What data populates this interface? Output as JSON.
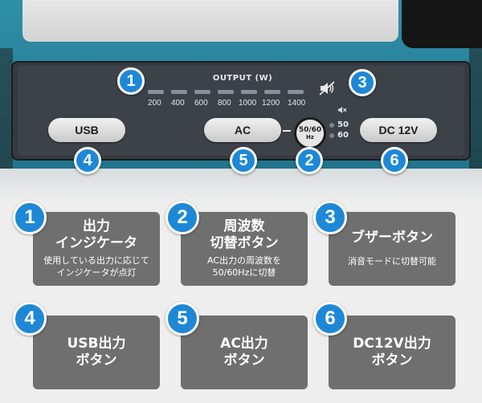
{
  "device": {
    "output_label": "OUTPUT (W)",
    "scale": [
      "200",
      "400",
      "600",
      "800",
      "1000",
      "1200",
      "1400"
    ],
    "buttons": {
      "usb": "USB",
      "ac": "AC",
      "dc": "DC 12V"
    },
    "hz_ring": {
      "top": "50/60",
      "bottom": "Hz"
    },
    "hz_options": [
      "50",
      "60"
    ],
    "badges": [
      "1",
      "2",
      "3",
      "4",
      "5",
      "6"
    ]
  },
  "cards": [
    {
      "num": "1",
      "title1": "出力",
      "title2": "インジケータ",
      "desc1": "使用している出力に応じて",
      "desc2": "インジケータが点灯"
    },
    {
      "num": "2",
      "title1": "周波数",
      "title2": "切替ボタン",
      "desc1": "AC出力の周波数を",
      "desc2": "50/60Hzに切替"
    },
    {
      "num": "3",
      "title1": "ブザーボタン",
      "title2": "",
      "desc1": "消音モードに切替可能",
      "desc2": ""
    },
    {
      "num": "4",
      "title1": "USB出力",
      "title2": "ボタン",
      "desc1": "",
      "desc2": ""
    },
    {
      "num": "5",
      "title1": "AC出力",
      "title2": "ボタン",
      "desc1": "",
      "desc2": ""
    },
    {
      "num": "6",
      "title1": "DC12V出力",
      "title2": "ボタン",
      "desc1": "",
      "desc2": ""
    }
  ],
  "colors": {
    "device_teal": "#2f8fa8",
    "panel": "#3d4249",
    "badge_blue": "#1e88d6",
    "card_gray": "#6f6f6f",
    "background": "#eeeeee"
  },
  "icons": [
    "speaker-mute-icon",
    "mini-speaker-mute-icon"
  ]
}
